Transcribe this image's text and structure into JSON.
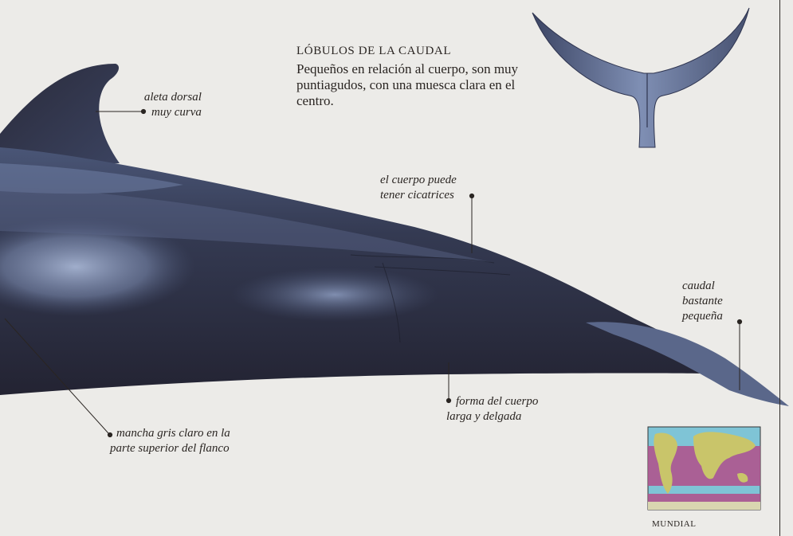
{
  "caption": {
    "title": "LÓBULOS DE LA CAUDAL",
    "body": "Pequeños en relación al cuerpo, son muy puntiagudos, con una muesca clara en el centro."
  },
  "labels": {
    "dorsal_fin": [
      "aleta dorsal",
      "muy curva"
    ],
    "scars": [
      "el cuerpo puede",
      "tener cicatrices"
    ],
    "tail": [
      "caudal",
      "bastante",
      "pequeña"
    ],
    "body_shape": [
      "forma del cuerpo",
      "larga y delgada"
    ],
    "flank_patch": [
      "mancha gris claro en la",
      "parte superior del flanco"
    ]
  },
  "map": {
    "caption": "MUNDIAL",
    "colors": {
      "ocean": "#7fc4d6",
      "land": "#c9c56a",
      "range": "#b24f8a"
    }
  },
  "colors": {
    "background": "#ecebe8",
    "whale_dark": "#2b2b3d",
    "whale_mid": "#3f4763",
    "whale_light": "#8a99bb",
    "leader_line": "#2a2522"
  }
}
